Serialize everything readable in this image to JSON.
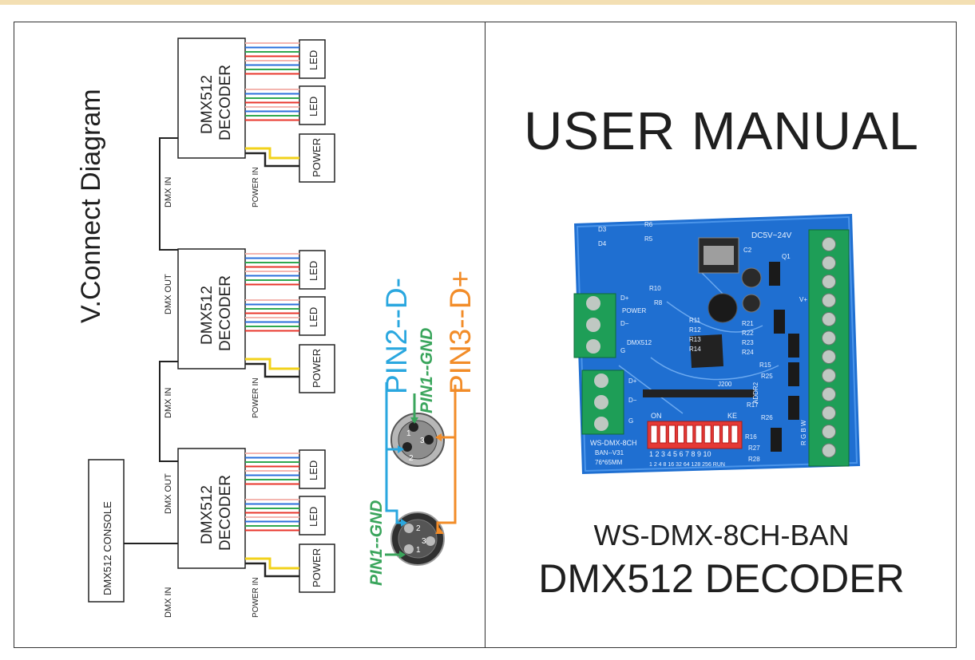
{
  "diagram": {
    "title": "V.Connect Diagram",
    "console_label": "DMX512 CONSOLE",
    "decoder_line1": "DMX512",
    "decoder_line2": "DECODER",
    "led_label": "LED",
    "power_label": "POWER",
    "dmx_in_label": "DMX IN",
    "dmx_out_label": "DMX OUT",
    "power_in_label": "POWER IN",
    "pin2_label": "PIN2--D-",
    "pin3_label": "PIN3--D+",
    "pin1_label": "PIN1--GND",
    "xlr_pin_1": "1",
    "xlr_pin_2": "2",
    "xlr_pin_3": "3",
    "colors": {
      "pin2": "#2aa7df",
      "pin3": "#f28c28",
      "pin1": "#3aa55c",
      "wire_red": "#e8352b",
      "wire_green": "#2fa84f",
      "wire_blue": "#2a6fdb",
      "wire_yellow": "#f2d21b",
      "wire_pink": "#f4b6b0"
    }
  },
  "manual": {
    "title": "USER MANUAL",
    "model": "WS-DMX-8CH-BAN",
    "product": "DMX512 DECODER"
  },
  "pcb": {
    "colors": {
      "board": "#1f6fd1",
      "terminal": "#1e9e57",
      "dip": "#e53935"
    },
    "labels": {
      "d3": "D3",
      "d4": "D4",
      "r6": "R6",
      "r5": "R5",
      "dcin": "DC5V~24V",
      "c2": "C2",
      "q1": "Q1",
      "power": "POWER",
      "dmx512": "DMX512",
      "ic_j200": "J200",
      "addr": "ADDR2",
      "r10": "R10",
      "r8": "R8",
      "r11": "R11",
      "r12": "R12",
      "r13": "R13",
      "r14": "R14",
      "r21": "R21",
      "r22": "R22",
      "r23": "R23",
      "r24": "R24",
      "r15": "R15",
      "r25": "R25",
      "r16": "R16",
      "r26": "R26",
      "r27": "R27",
      "r28": "R28",
      "r17": "R17",
      "dplus": "D+",
      "dminus": "D−",
      "g": "G",
      "dip_on": "ON",
      "dip_ke": "KE",
      "dip_numbers": "1 2 3 4 5 6 7 8 9 10",
      "dip_weights": "1 2 4 8 16 32 64 128 256 RUN",
      "board_name": "WS-DMX-8CH",
      "board_version": "BAN--V31",
      "board_size": "76*65MM",
      "term_left": "V+",
      "term_chans": "R G B W"
    }
  }
}
